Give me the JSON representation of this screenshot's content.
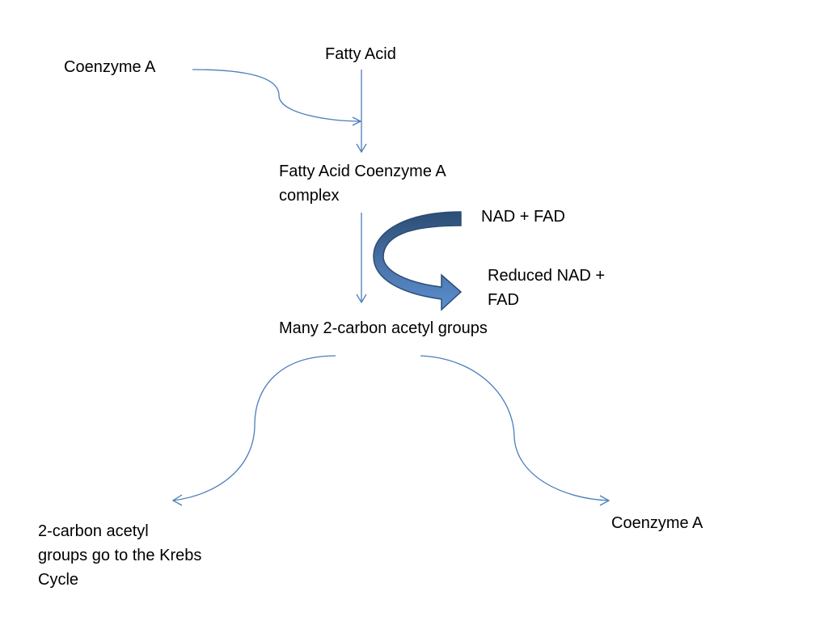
{
  "labels": {
    "coenzyme_a_top": "Coenzyme A",
    "fatty_acid": "Fatty Acid",
    "complex_line1": "Fatty Acid Coenzyme A",
    "complex_line2": "complex",
    "nad_fad": "NAD + FAD",
    "reduced_line1": "Reduced NAD +",
    "reduced_line2": "FAD",
    "acetyl_groups": "Many 2-carbon acetyl groups",
    "krebs_line1": "2-carbon acetyl",
    "krebs_line2": "groups go to the Krebs",
    "krebs_line3": "Cycle",
    "coenzyme_a_bottom": "Coenzyme A"
  },
  "colors": {
    "connector": "#4a7ebb",
    "curved_arrow_fill": "#4f81bd",
    "curved_arrow_dark": "#2c4d75",
    "text": "#000000"
  }
}
